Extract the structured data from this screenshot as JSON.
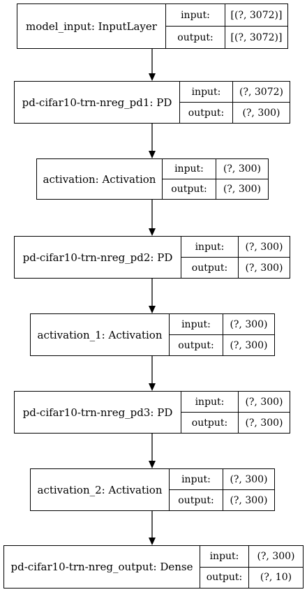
{
  "nodes": [
    {
      "id": "model_input",
      "label": "model_input: InputLayer",
      "input_key": "input:",
      "input": "[(?, 3072)]",
      "output_key": "output:",
      "output": "[(?, 3072)]"
    },
    {
      "id": "pd1",
      "label": "pd-cifar10-trn-nreg_pd1: PD",
      "input_key": "input:",
      "input": "(?, 3072)",
      "output_key": "output:",
      "output": "(?, 300)"
    },
    {
      "id": "activation",
      "label": "activation: Activation",
      "input_key": "input:",
      "input": "(?, 300)",
      "output_key": "output:",
      "output": "(?, 300)"
    },
    {
      "id": "pd2",
      "label": "pd-cifar10-trn-nreg_pd2: PD",
      "input_key": "input:",
      "input": "(?, 300)",
      "output_key": "output:",
      "output": "(?, 300)"
    },
    {
      "id": "activation_1",
      "label": "activation_1: Activation",
      "input_key": "input:",
      "input": "(?, 300)",
      "output_key": "output:",
      "output": "(?, 300)"
    },
    {
      "id": "pd3",
      "label": "pd-cifar10-trn-nreg_pd3: PD",
      "input_key": "input:",
      "input": "(?, 300)",
      "output_key": "output:",
      "output": "(?, 300)"
    },
    {
      "id": "activation_2",
      "label": "activation_2: Activation",
      "input_key": "input:",
      "input": "(?, 300)",
      "output_key": "output:",
      "output": "(?, 300)"
    },
    {
      "id": "output",
      "label": "pd-cifar10-trn-nreg_output: Dense",
      "input_key": "input:",
      "input": "(?, 300)",
      "output_key": "output:",
      "output": "(?, 10)"
    }
  ],
  "edges": [
    [
      "model_input",
      "pd1"
    ],
    [
      "pd1",
      "activation"
    ],
    [
      "activation",
      "pd2"
    ],
    [
      "pd2",
      "activation_1"
    ],
    [
      "activation_1",
      "pd3"
    ],
    [
      "pd3",
      "activation_2"
    ],
    [
      "activation_2",
      "output"
    ]
  ]
}
